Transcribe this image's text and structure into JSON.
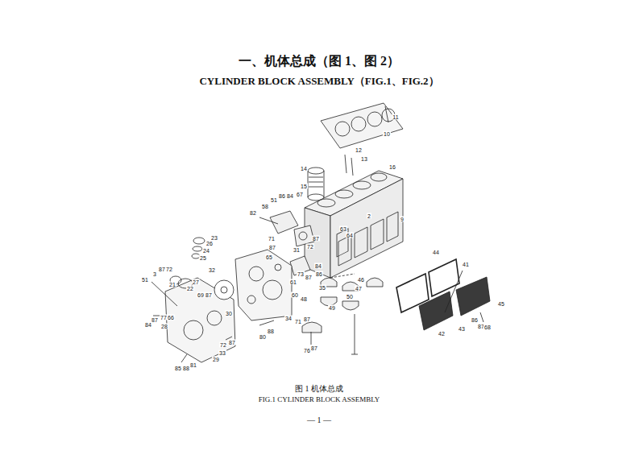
{
  "diagram": {
    "title": "一、机体总成（图 1、图 2）",
    "caption": "图 1 机体总成",
    "labels": [
      "CYLINDER BLOCK ASSEMBLY（FIG.1、FIG.2）",
      "11",
      "10",
      "12",
      "13",
      "14",
      "16",
      "15",
      "9",
      "2",
      "82",
      "58",
      "51",
      "86",
      "84",
      "67",
      "87",
      "63",
      "64",
      "71",
      "87",
      "72",
      "65",
      "31",
      "84",
      "86",
      "61",
      "73",
      "87",
      "35",
      "46",
      "47",
      "48",
      "49",
      "50",
      "60",
      "34",
      "88",
      "80",
      "71",
      "87",
      "76",
      "87",
      "44",
      "41",
      "43",
      "42",
      "45",
      "86",
      "87",
      "68",
      "23",
      "26",
      "24",
      "25",
      "32",
      "27",
      "22",
      "69",
      "87",
      "30",
      "3",
      "87",
      "72",
      "51",
      "21",
      "66",
      "77",
      "87",
      "84",
      "28",
      "72",
      "87",
      "33",
      "29",
      "81",
      "85",
      "88",
      "FIG.1 CYLINDER BLOCK ASSEMBLY",
      "— 1 —"
    ]
  }
}
